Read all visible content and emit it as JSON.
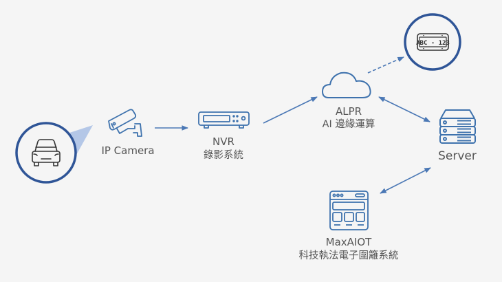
{
  "colors": {
    "background": "#f5f5f5",
    "accent": "#4b78b5",
    "circle": "#2f5597",
    "icon_stroke": "#3e72ad",
    "cone": "#b4c7e7",
    "text": "#555555",
    "dark_icon": "#333333"
  },
  "nodes": {
    "car": {
      "icon": "car-icon"
    },
    "camera": {
      "icon": "cctv-camera-icon",
      "label": "IP Camera"
    },
    "nvr": {
      "icon": "nvr-recorder-icon",
      "label": "NVR",
      "sublabel": "錄影系統"
    },
    "alpr": {
      "icon": "cloud-icon",
      "label": "ALPR",
      "sublabel": "AI 邊緣運算"
    },
    "plate": {
      "icon": "license-plate-icon",
      "plate_text": "ABC - 123"
    },
    "server": {
      "icon": "server-icon",
      "label": "Server"
    },
    "maxaiot": {
      "icon": "web-dashboard-icon",
      "label": "MaxAIOT",
      "sublabel": "科技執法電子圍籬系統"
    }
  },
  "edges": [
    {
      "from": "camera",
      "to": "nvr",
      "style": "solid",
      "direction": "forward"
    },
    {
      "from": "nvr",
      "to": "alpr",
      "style": "solid",
      "direction": "forward"
    },
    {
      "from": "alpr",
      "to": "plate",
      "style": "dashed",
      "direction": "forward"
    },
    {
      "from": "alpr",
      "to": "server",
      "style": "solid",
      "direction": "both"
    },
    {
      "from": "server",
      "to": "maxaiot",
      "style": "solid",
      "direction": "both"
    }
  ]
}
